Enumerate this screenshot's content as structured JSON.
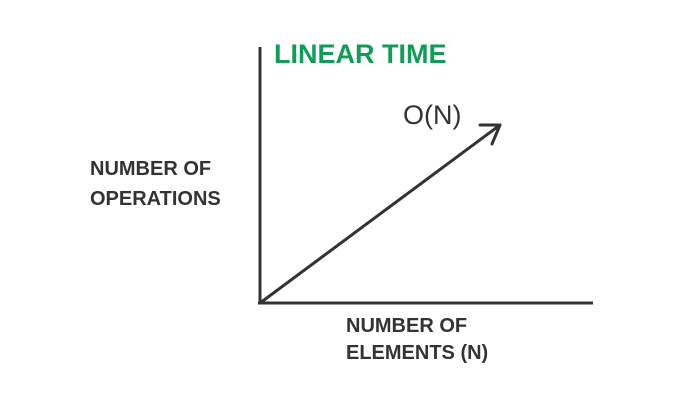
{
  "title": "LINEAR TIME",
  "y_axis_label": [
    "NUMBER OF",
    "OPERATIONS"
  ],
  "x_axis_label": [
    "NUMBER OF",
    "ELEMENTS (N)"
  ],
  "curve_label": "O(N)",
  "colors": {
    "title": "#0f9d58",
    "lines": "#333333",
    "text": "#333333",
    "background": "#ffffff"
  }
}
